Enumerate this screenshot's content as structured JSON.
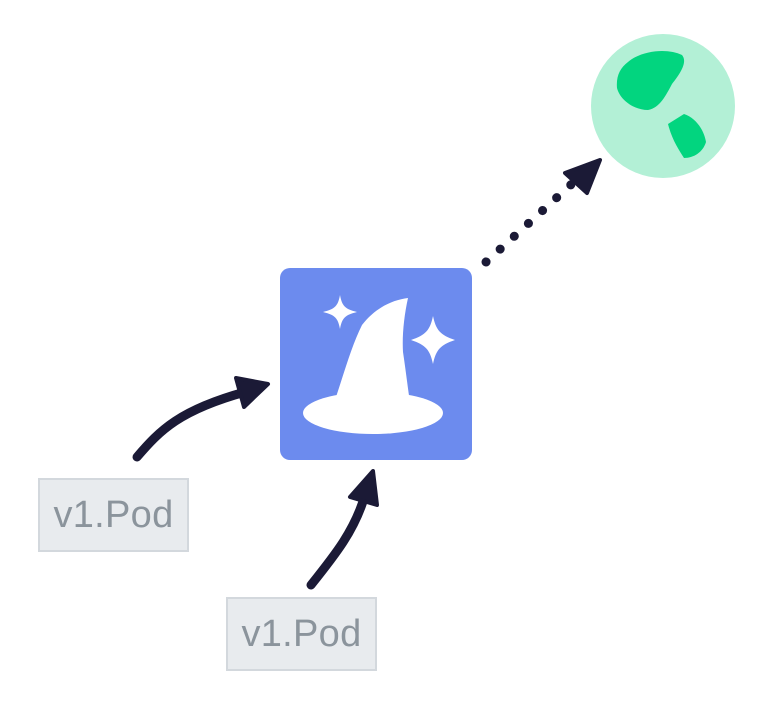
{
  "nodes": {
    "globe": {
      "icon": "globe-icon",
      "fill": "#b3f0d6",
      "land": "#02d57f"
    },
    "operator": {
      "icon": "wizard-hat-icon",
      "fill": "#6c8bee",
      "symbol": "#ffffff"
    }
  },
  "pods": [
    {
      "label": "v1.Pod"
    },
    {
      "label": "v1.Pod"
    }
  ],
  "colors": {
    "arrow": "#1b1a36",
    "label_bg": "#e8ebee",
    "label_border": "#d3d8dd",
    "label_text": "#8b949c"
  },
  "edges": [
    {
      "from": "pod-1",
      "to": "operator",
      "style": "solid"
    },
    {
      "from": "pod-2",
      "to": "operator",
      "style": "solid"
    },
    {
      "from": "operator",
      "to": "globe",
      "style": "dotted"
    }
  ]
}
